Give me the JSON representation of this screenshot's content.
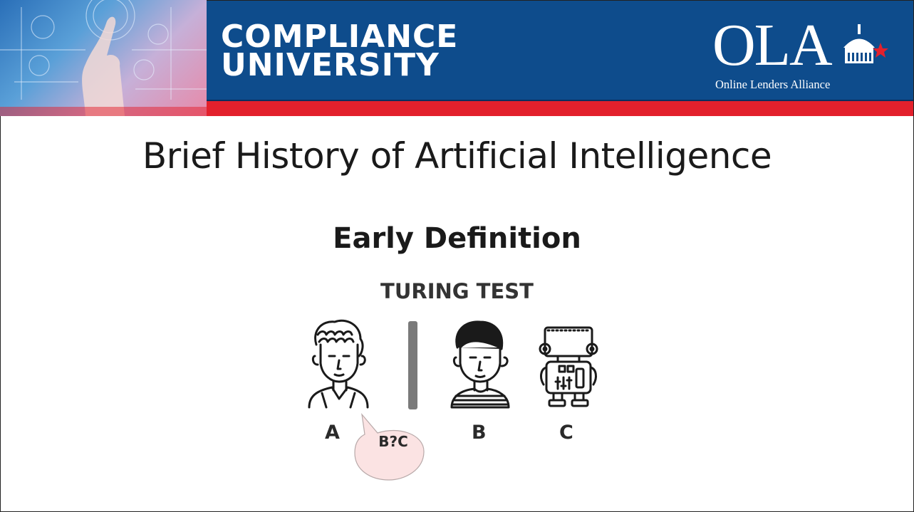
{
  "header": {
    "brand_line1": "COMPLIANCE",
    "brand_line2": "UNIVERSITY",
    "logo_letters": "OLA",
    "logo_subtitle": "Online Lenders Alliance"
  },
  "slide": {
    "title": "Brief History of Artificial Intelligence",
    "subtitle": "Early Definition"
  },
  "diagram": {
    "heading": "TURING TEST",
    "participants": [
      {
        "label": "A",
        "icon": "curly-hair-person-icon"
      },
      {
        "label": "B",
        "icon": "person-striped-shirt-icon"
      },
      {
        "label": "C",
        "icon": "robot-icon"
      }
    ],
    "speech_bubble": "B?C"
  },
  "colors": {
    "banner_blue": "#0e4c8c",
    "banner_red": "#e3202c",
    "bubble_fill": "#fbe3e3",
    "divider_gray": "#7a7a7a"
  }
}
